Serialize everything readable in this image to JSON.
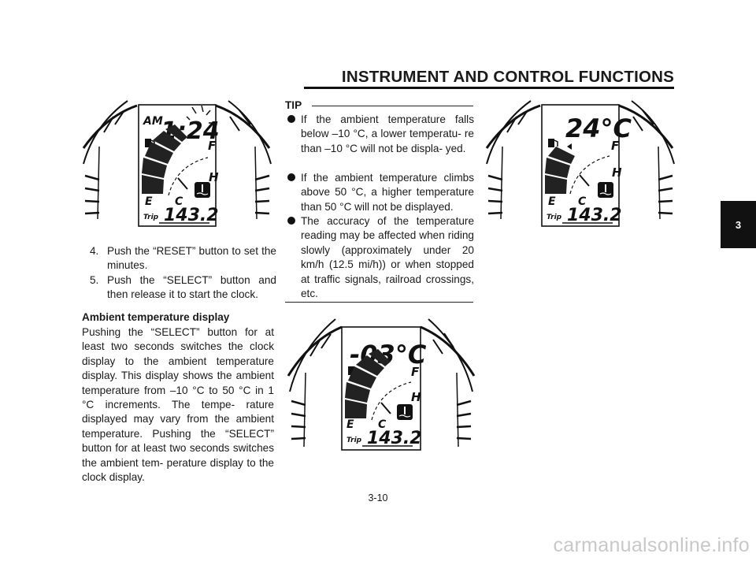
{
  "header": {
    "title": "INSTRUMENT AND CONTROL FUNCTIONS"
  },
  "chapter_tab": "3",
  "steps": [
    {
      "number": "4.",
      "text": "Push the “RESET” button to set the minutes."
    },
    {
      "number": "5.",
      "text": "Push the “SELECT” button and then release it to start the clock."
    }
  ],
  "section": {
    "heading": "Ambient temperature display",
    "body": "Pushing the “SELECT” button for at least two seconds switches the clock display to the ambient temperature display. This display shows the ambient temperature from –10 °C to 50 °C in 1 °C increments. The tempe- rature displayed may vary from the ambient temperature. Pushing the “SELECT” button for at least two seconds switches the ambient tem- perature display to the clock display."
  },
  "tip": {
    "label": "TIP",
    "items": [
      "If the ambient temperature falls below –10 °C, a lower temperatu- re than –10 °C will not be displa- yed.",
      "If the ambient temperature climbs above 50 °C, a higher temperature than 50 °C will not be displayed.",
      "The accuracy of the temperature reading may be affected when riding slowly (approximately under 20 km/h (12.5 mi/h)) or when stopped at traffic signals, railroad crossings, etc."
    ]
  },
  "figures": {
    "clock": {
      "ampm": "AM",
      "time": "1:24",
      "fuel_full": "F",
      "temp_hot": "H",
      "fuel_empty": "E",
      "temp_cold": "C",
      "trip_label": "Trip",
      "odometer": "143.2"
    },
    "temp_positive": {
      "reading": "24°C",
      "fuel_full": "F",
      "temp_hot": "H",
      "fuel_empty": "E",
      "temp_cold": "C",
      "trip_label": "Trip",
      "odometer": "143.2"
    },
    "temp_negative": {
      "reading": "-03°C",
      "fuel_full": "F",
      "temp_hot": "H",
      "fuel_empty": "E",
      "temp_cold": "C",
      "trip_label": "Trip",
      "odometer": "143.2"
    }
  },
  "page_number": "3-10",
  "footer_url": "carmanualsonline.info"
}
